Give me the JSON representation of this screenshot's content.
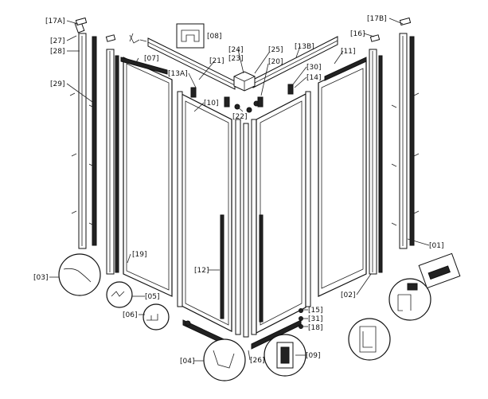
{
  "labels": {
    "p17a": "[17A]",
    "p27": "[27]",
    "p28": "[28]",
    "p29": "[29]",
    "p03": "[03]",
    "p05": "[05]",
    "p06": "[06]",
    "p07": "[07]",
    "p08": "[08]",
    "p13a": "[13A]",
    "p21": "[21]",
    "p10": "[10]",
    "p24": "[24]",
    "p23": "[23]",
    "p25": "[25]",
    "p20": "[20]",
    "p22": "[22]",
    "p13b": "[13B]",
    "p30": "[30]",
    "p14": "[14]",
    "p11": "[11]",
    "p16": "[16]",
    "p17b": "[17B]",
    "p19": "[19]",
    "p12": "[12]",
    "p04": "[04]",
    "p26": "[26]",
    "p09": "[09]",
    "p15": "[15]",
    "p31": "[31]",
    "p18": "[18]",
    "p02": "[02]",
    "p01": "[01]"
  }
}
